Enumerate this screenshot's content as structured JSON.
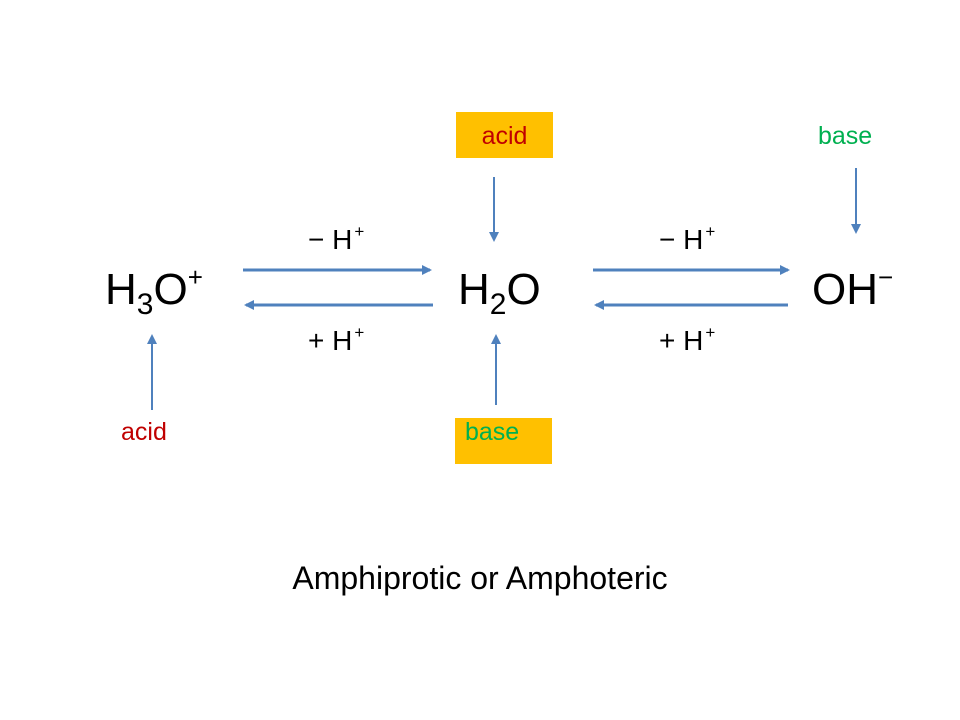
{
  "species": {
    "hydronium": {
      "base": "H",
      "sub": "3",
      "rest": "O",
      "sup": "+"
    },
    "water": {
      "base": "H",
      "sub": "2",
      "rest": "O"
    },
    "hydroxide": {
      "text": "OH",
      "sup": "−"
    }
  },
  "transfer_labels": {
    "left_top": {
      "text": "− H",
      "sup": "+"
    },
    "left_bottom": {
      "text": "+ H",
      "sup": "+"
    },
    "right_top": {
      "text": "− H",
      "sup": "+"
    },
    "right_bottom": {
      "text": "+ H",
      "sup": "+"
    }
  },
  "roles": {
    "water_top": "acid",
    "water_bottom": "base",
    "hydronium_bottom": "acid",
    "hydroxide_top": "base"
  },
  "caption": "Amphiprotic or Amphoteric",
  "colors": {
    "acid": "#c00000",
    "base": "#00b050",
    "highlight": "#ffc000",
    "arrow": "#4f81bd"
  }
}
